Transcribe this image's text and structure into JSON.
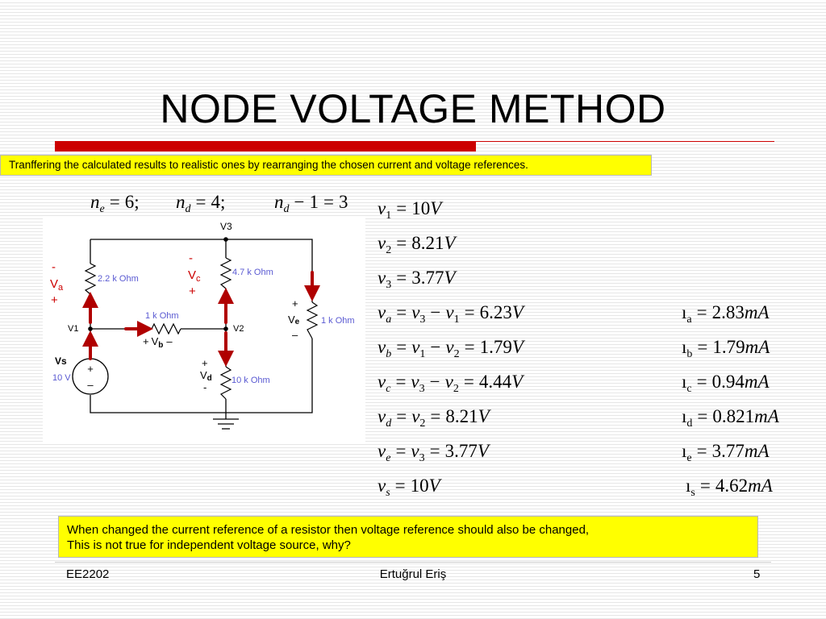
{
  "title": "NODE VOLTAGE METHOD",
  "subtitle": "Tranffering the calculated results to realistic ones by rearranging the chosen current and voltage references.",
  "counts": [
    {
      "sym": "n",
      "sub": "e",
      "rhs": "6;"
    },
    {
      "sym": "n",
      "sub": "d",
      "rhs": "4;"
    },
    {
      "sym": "n",
      "sub": "d",
      "rhs": "3",
      "minus": "1"
    }
  ],
  "circuit": {
    "node_v3": "V3",
    "node_v1": "V1",
    "node_v2": "V2",
    "vs_label": "Vs",
    "vs_value": "10 V",
    "r_a": "2.2 k Ohm",
    "r_c": "4.7 k Ohm",
    "r_b": "1 k Ohm",
    "r_d": "10 k Ohm",
    "r_e": "1 k Ohm",
    "va": {
      "minus": "-",
      "label": "V",
      "sub": "a",
      "plus": "+"
    },
    "vc": {
      "minus": "-",
      "label": "V",
      "sub": "c",
      "plus": "+"
    },
    "vb": {
      "plus": "+",
      "label": "V",
      "sub": "b",
      "minus": "–"
    },
    "vd": {
      "plus": "+",
      "label": "V",
      "sub": "d",
      "minus": "-"
    },
    "ve": {
      "plus": "+",
      "label": "V",
      "sub": "e",
      "minus": "–"
    },
    "src_plus": "+",
    "src_minus": "–"
  },
  "voltages": [
    {
      "sym": "v",
      "sub": "1",
      "expr": [],
      "value": "10",
      "unit": "V"
    },
    {
      "sym": "v",
      "sub": "2",
      "expr": [],
      "value": "8.21",
      "unit": "V"
    },
    {
      "sym": "v",
      "sub": "3",
      "expr": [],
      "value": "3.77",
      "unit": "V"
    },
    {
      "sym": "v",
      "sub": "a",
      "expr": [
        "v3",
        "−",
        "v1"
      ],
      "value": "6.23",
      "unit": "V"
    },
    {
      "sym": "v",
      "sub": "b",
      "expr": [
        "v1",
        "−",
        "v2"
      ],
      "value": "1.79",
      "unit": "V"
    },
    {
      "sym": "v",
      "sub": "c",
      "expr": [
        "v3",
        "−",
        "v2"
      ],
      "value": "4.44",
      "unit": "V"
    },
    {
      "sym": "v",
      "sub": "d",
      "expr": [
        "v2"
      ],
      "value": "8.21",
      "unit": "V"
    },
    {
      "sym": "v",
      "sub": "e",
      "expr": [
        "v3"
      ],
      "value": "3.77",
      "unit": "V"
    },
    {
      "sym": "v",
      "sub": "s",
      "expr": [],
      "value": "10",
      "unit": "V"
    }
  ],
  "currents": [
    {
      "sym": "ı",
      "sub": "a",
      "value": "2.83",
      "unit": "mA"
    },
    {
      "sym": "ı",
      "sub": "b",
      "value": "1.79",
      "unit": "mA"
    },
    {
      "sym": "ı",
      "sub": "c",
      "value": "0.94",
      "unit": "mA"
    },
    {
      "sym": "ı",
      "sub": "d",
      "value": "0.821",
      "unit": "mA"
    },
    {
      "sym": "ı",
      "sub": "e",
      "value": "3.77",
      "unit": "mA"
    },
    {
      "sym": "ı",
      "sub": "s",
      "value": "4.62",
      "unit": "mA"
    }
  ],
  "note": {
    "line1": "When changed the current reference of a resistor then voltage reference should also be changed,",
    "line2": "This is not true for independent voltage source, why?"
  },
  "footer": {
    "course": "EE2202",
    "author": "Ertuğrul Eriş",
    "page": "5"
  },
  "colors": {
    "accent_red": "#cc0000",
    "arrow_red": "#b00000",
    "highlight": "#ffff00",
    "component_blue": "#5a5ad2",
    "label_red": "#cc0000"
  }
}
